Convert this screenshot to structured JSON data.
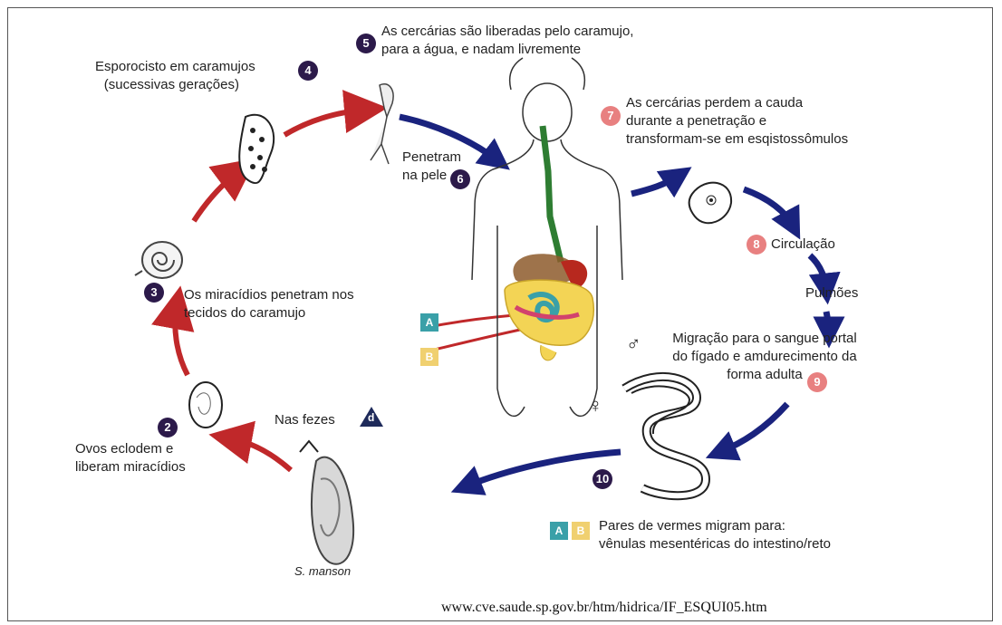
{
  "steps": {
    "s2": {
      "num": "2",
      "line1": "Ovos eclodem e",
      "line2": "liberam miracídios"
    },
    "s3": {
      "num": "3",
      "line1": "Os miracídios penetram nos",
      "line2": "tecidos do caramujo"
    },
    "s4": {
      "num": "4",
      "line1": "Esporocisto em caramujos",
      "line2": "(sucessivas gerações)"
    },
    "s5": {
      "num": "5",
      "line1": "As cercárias são liberadas pelo caramujo,",
      "line2": "para a água, e nadam livremente"
    },
    "s6": {
      "num": "6",
      "line1": "Penetram",
      "line2": "na pele"
    },
    "s7": {
      "num": "7",
      "line1": "As cercárias perdem a cauda",
      "line2": "durante a penetração e",
      "line3": "transformam-se em esqistossômulos"
    },
    "s8": {
      "num": "8",
      "label": "Circulação"
    },
    "pulmoes": "Pulmões",
    "s9": {
      "num": "9",
      "line1": "Migração para o sangue portal",
      "line2": "do fígado e amdurecimento da",
      "line3": "forma adulta"
    },
    "s10": {
      "num": "10",
      "line1": "Pares de vermes migram para:",
      "line2": "vênulas mesentéricas do intestino/reto"
    },
    "d": {
      "letter": "d",
      "label": "Nas fezes"
    }
  },
  "markers": {
    "a": "A",
    "b": "B"
  },
  "egg_caption": "S. manson",
  "male_symbol": "♂",
  "female_symbol": "♀",
  "source_url": "www.cve.saude.sp.gov.br/htm/hidrica/IF_ESQUI05.htm",
  "colors": {
    "arrow_red": "#c0282a",
    "arrow_blue": "#1a237e",
    "badge_dark": "#2c1a4a",
    "badge_pink": "#e88080",
    "marker_a": "#3aa0a8",
    "marker_b": "#f0d070"
  }
}
